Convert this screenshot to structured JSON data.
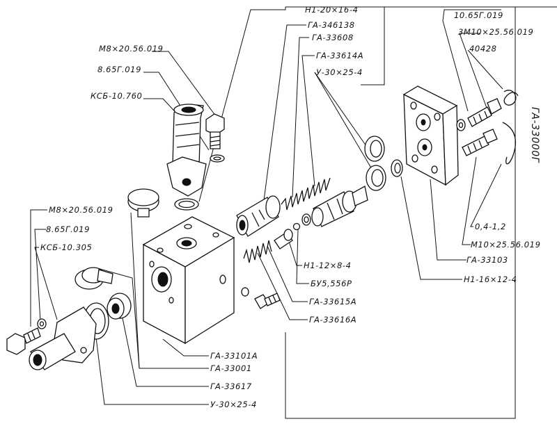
{
  "diagram": {
    "assembly_label": "ГА-33000Г",
    "labels": {
      "m8_bolt_top": "M8×20.56.019",
      "washer_top": "8.65Г.019",
      "fitting_top": "КСБ-10.760",
      "m8_bolt_left": "M8×20.56.019",
      "washer_left": "8.65Г.019",
      "fitting_left": "КСБ-10.305",
      "ring_h1_20": "Н1-20×16-4",
      "valve_346138": "ГА-346138",
      "sleeve_33608": "ГА-33608",
      "spring_33614a": "ГА-33614А",
      "ring_u30_top": "У-30×25-4",
      "washer_10": "10.65Г.019",
      "bolt_3m10": "3М10×25.56.019",
      "wire_40428": "40428",
      "wire_04": "0,4-1,2",
      "bolt_m10": "М10×25.56.019",
      "flange_33103": "ГА-33103",
      "ring_h1_16": "Н1-16×12-4",
      "ring_h1_12": "Н1-12×8-4",
      "ball": "БУ5,556Р",
      "spring_33615a": "ГА-33615А",
      "spring_33616a": "ГА-33616А",
      "body_33101a": "ГА-33101А",
      "plug_33001": "ГА-33001",
      "bushing_33617": "ГА-33617",
      "ring_u30_bottom": "У-30×25-4"
    }
  }
}
